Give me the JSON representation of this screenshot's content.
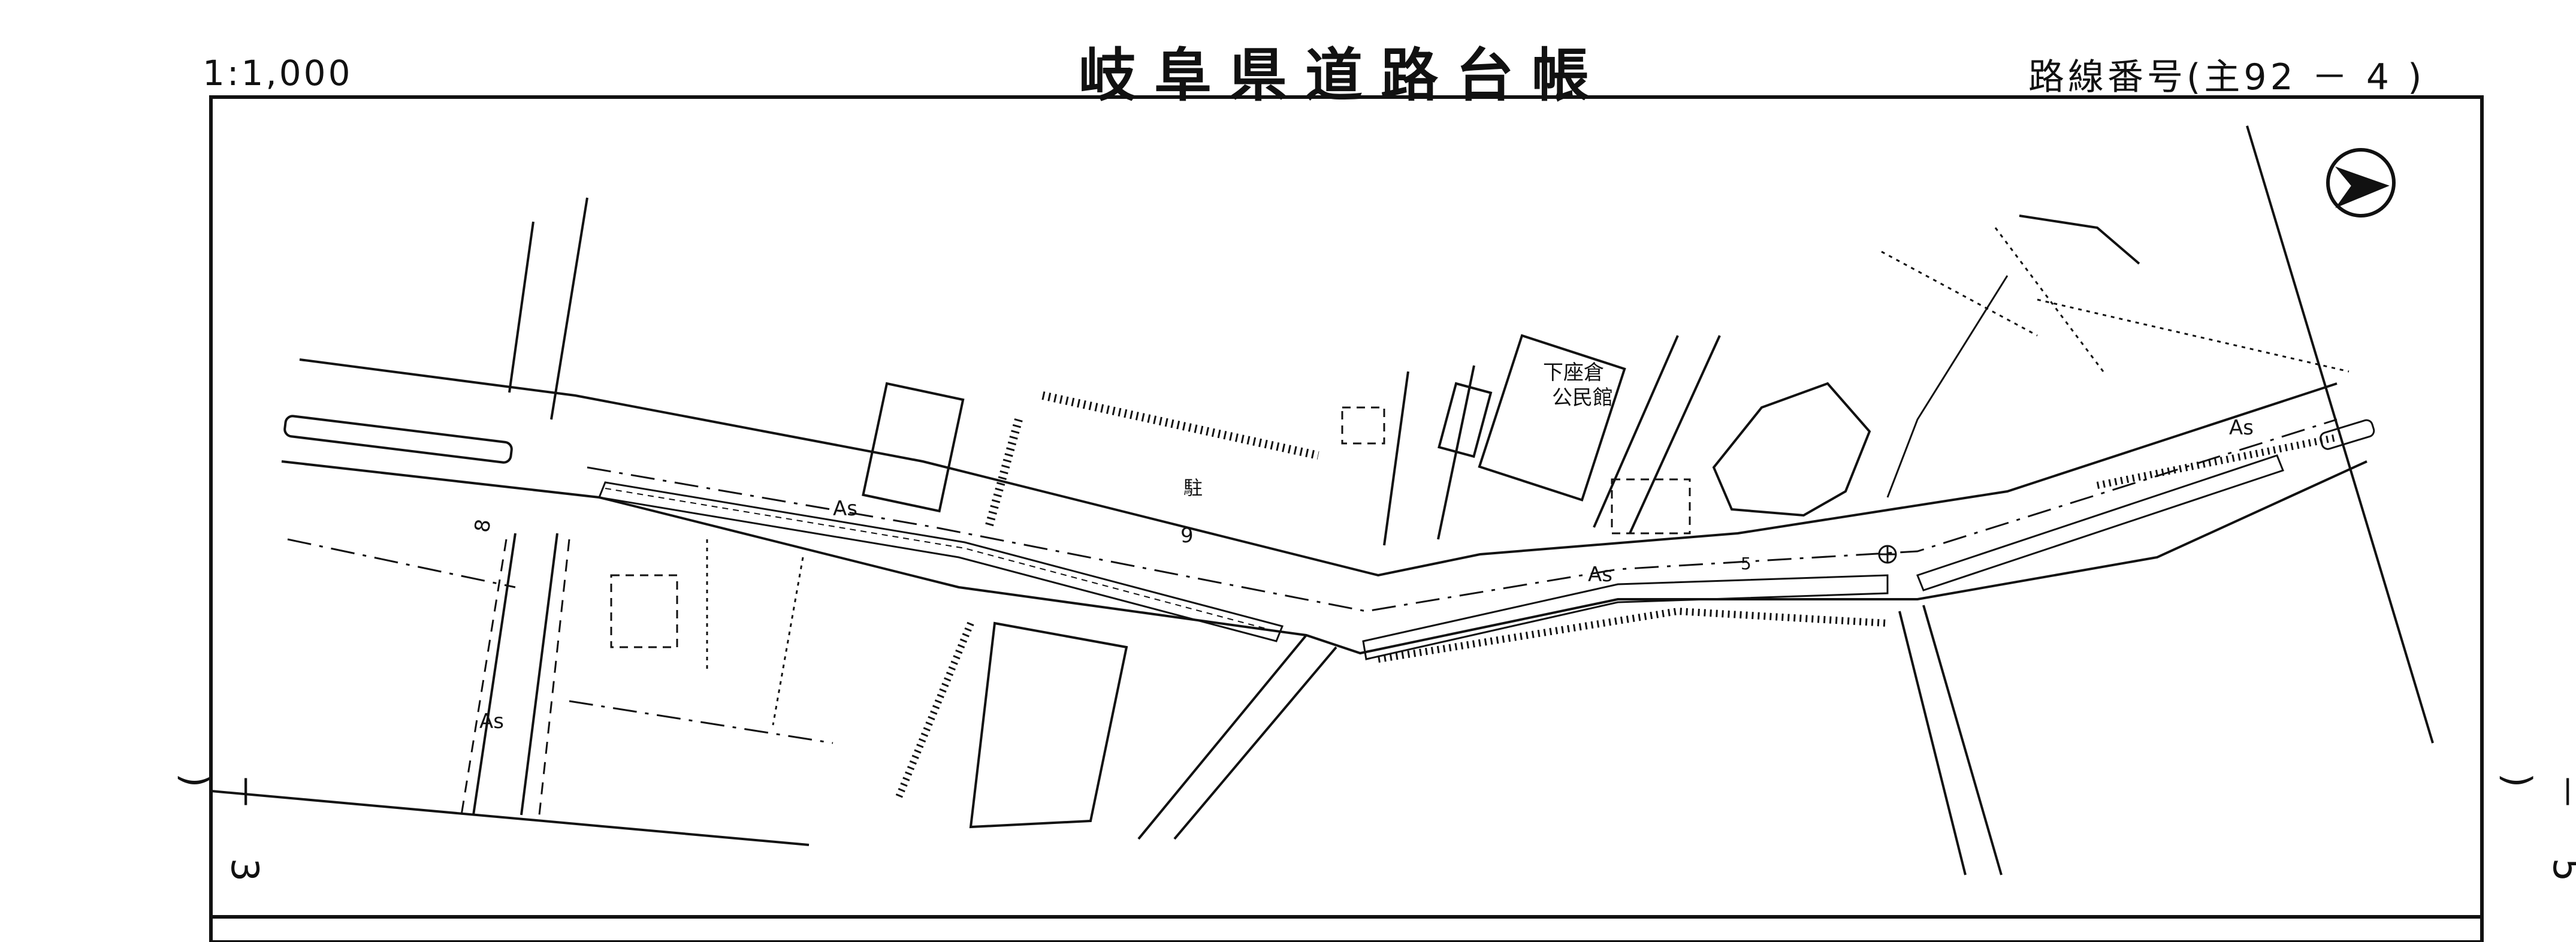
{
  "header": {
    "scale": "1:1,000",
    "title": "岐阜県道路台帳",
    "route": "路線番号(主92 － 4 )"
  },
  "sheet_edges": {
    "left": "－ 3 )",
    "right": "－ 5 )"
  },
  "map_labels": {
    "hall_line1": "下座倉",
    "hall_line2": "公民館",
    "surface_as": "As",
    "width_9": "9",
    "width_8": "8",
    "width_5": "5",
    "parking": "駐"
  },
  "colors": {
    "ink": "#111111",
    "paper": "#ffffff"
  }
}
